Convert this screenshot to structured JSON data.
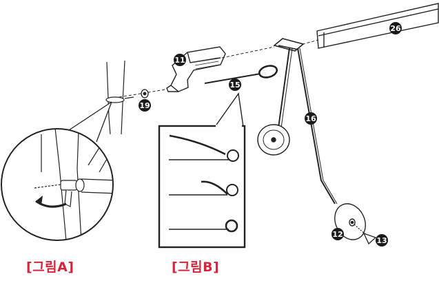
{
  "figure_labels": {
    "figure_a": "[그림A]",
    "figure_b": "[그림B]"
  },
  "callouts": {
    "c11": "11",
    "c12": "12",
    "c13": "13",
    "c15": "15",
    "c16": "16",
    "c19": "19",
    "c26": "26"
  },
  "colors": {
    "label_red": "#d6243a",
    "line": "#222222",
    "callout_fill": "#1a1a1a"
  }
}
